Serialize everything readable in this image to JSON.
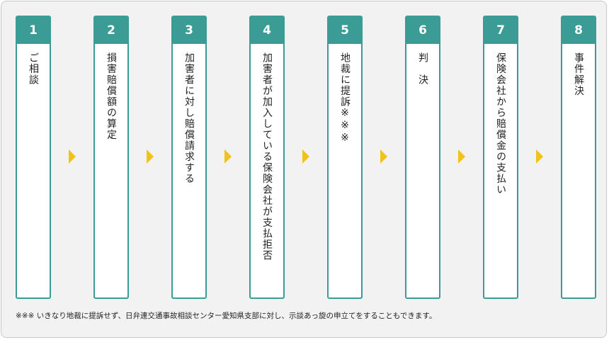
{
  "steps": [
    {
      "number": "1",
      "label": "ご相談"
    },
    {
      "number": "2",
      "label": "損害賠償額の算定"
    },
    {
      "number": "3",
      "label": "加害者に対し賠償請求する"
    },
    {
      "number": "4",
      "label": "加害者が加入している保険会社が支払拒否"
    },
    {
      "number": "5",
      "label": "地裁に提訴※※※"
    },
    {
      "number": "6",
      "label": "判　決"
    },
    {
      "number": "7",
      "label": "保険会社から賠償金の支払い"
    },
    {
      "number": "8",
      "label": "事件解決"
    }
  ],
  "note": "※※※ いきなり地裁に提訴せず、日弁連交通事故相談センター愛知県支部に対し、示談あっ旋の申立てをすることもできます。",
  "colors": {
    "accent": "#3a9c94",
    "arrow": "#f2c21b"
  }
}
